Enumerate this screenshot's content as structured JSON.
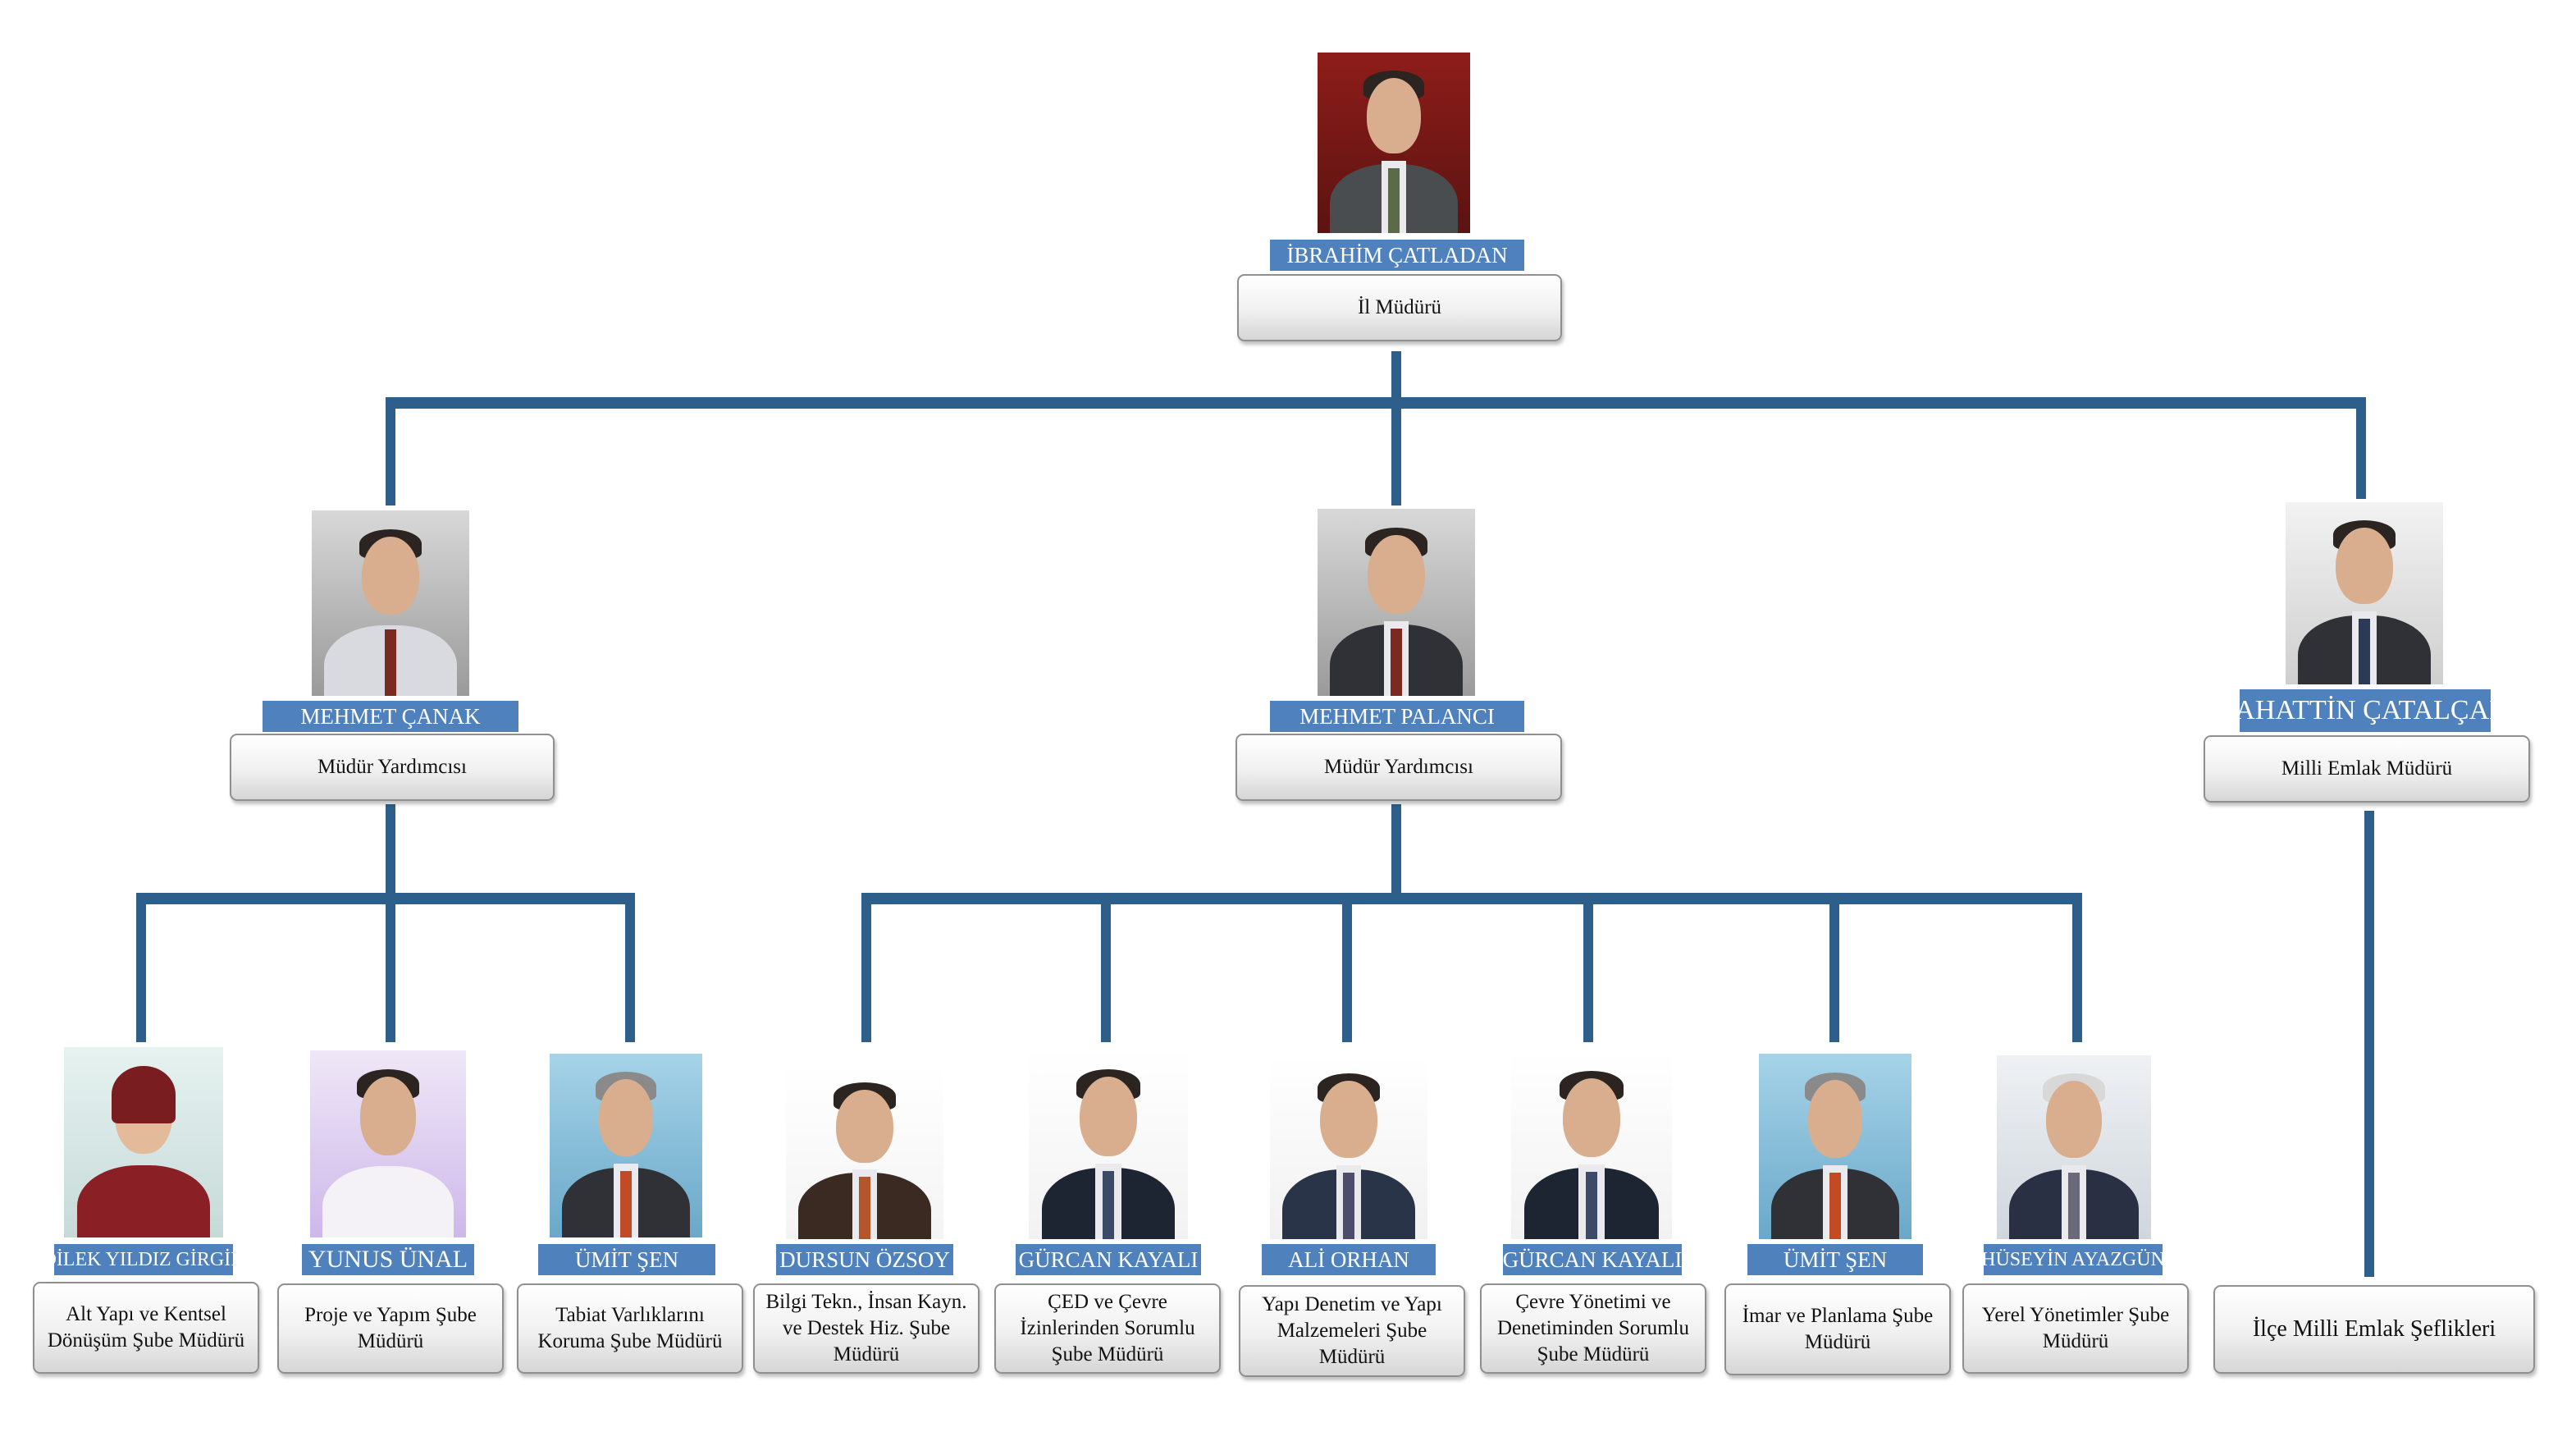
{
  "colors": {
    "connector": "#2e5f8a",
    "name_bar": "#4f81bd",
    "name_text": "#ffffff",
    "box_border": "#8f8f8f"
  },
  "root": {
    "name": "İBRAHİM ÇATLADAN",
    "title": "İl Müdürü",
    "photo": "portrait-photo"
  },
  "level1": [
    {
      "name": "MEHMET ÇANAK",
      "title": "Müdür Yardımcısı",
      "photo": "portrait-photo"
    },
    {
      "name": "MEHMET PALANCI",
      "title": "Müdür Yardımcısı",
      "photo": "portrait-photo"
    },
    {
      "name": "BAHATTİN ÇATALÇAM",
      "title": "Milli Emlak Müdürü",
      "photo": "portrait-photo"
    }
  ],
  "level2": [
    {
      "name": "DİLEK YILDIZ GİRGİN",
      "title": "Alt Yapı ve Kentsel Dönüşüm Şube Müdürü",
      "photo": "portrait-photo"
    },
    {
      "name": "YUNUS ÜNAL",
      "title": "Proje ve Yapım Şube Müdürü",
      "photo": "portrait-photo"
    },
    {
      "name": "ÜMİT ŞEN",
      "title": "Tabiat Varlıklarını Koruma Şube Müdürü",
      "photo": "portrait-photo"
    },
    {
      "name": "DURSUN ÖZSOY",
      "title": "Bilgi Tekn., İnsan Kayn. ve Destek Hiz. Şube Müdürü",
      "photo": "portrait-photo"
    },
    {
      "name": "GÜRCAN KAYALI",
      "title": "ÇED ve Çevre İzinlerinden Sorumlu Şube Müdürü",
      "photo": "portrait-photo"
    },
    {
      "name": "ALİ ORHAN",
      "title": "Yapı Denetim ve Yapı Malzemeleri Şube Müdürü",
      "photo": "portrait-photo"
    },
    {
      "name": "GÜRCAN KAYALI",
      "title": "Çevre Yönetimi ve Denetiminden Sorumlu Şube Müdürü",
      "photo": "portrait-photo"
    },
    {
      "name": "ÜMİT ŞEN",
      "title": "İmar ve Planlama Şube Müdürü",
      "photo": "portrait-photo"
    },
    {
      "name": "HÜSEYİN AYAZGÜN",
      "title": "Yerel Yönetimler Şube Müdürü",
      "photo": "portrait-photo"
    }
  ],
  "extra_box": {
    "title": "İlçe Milli Emlak Şeflikleri"
  }
}
